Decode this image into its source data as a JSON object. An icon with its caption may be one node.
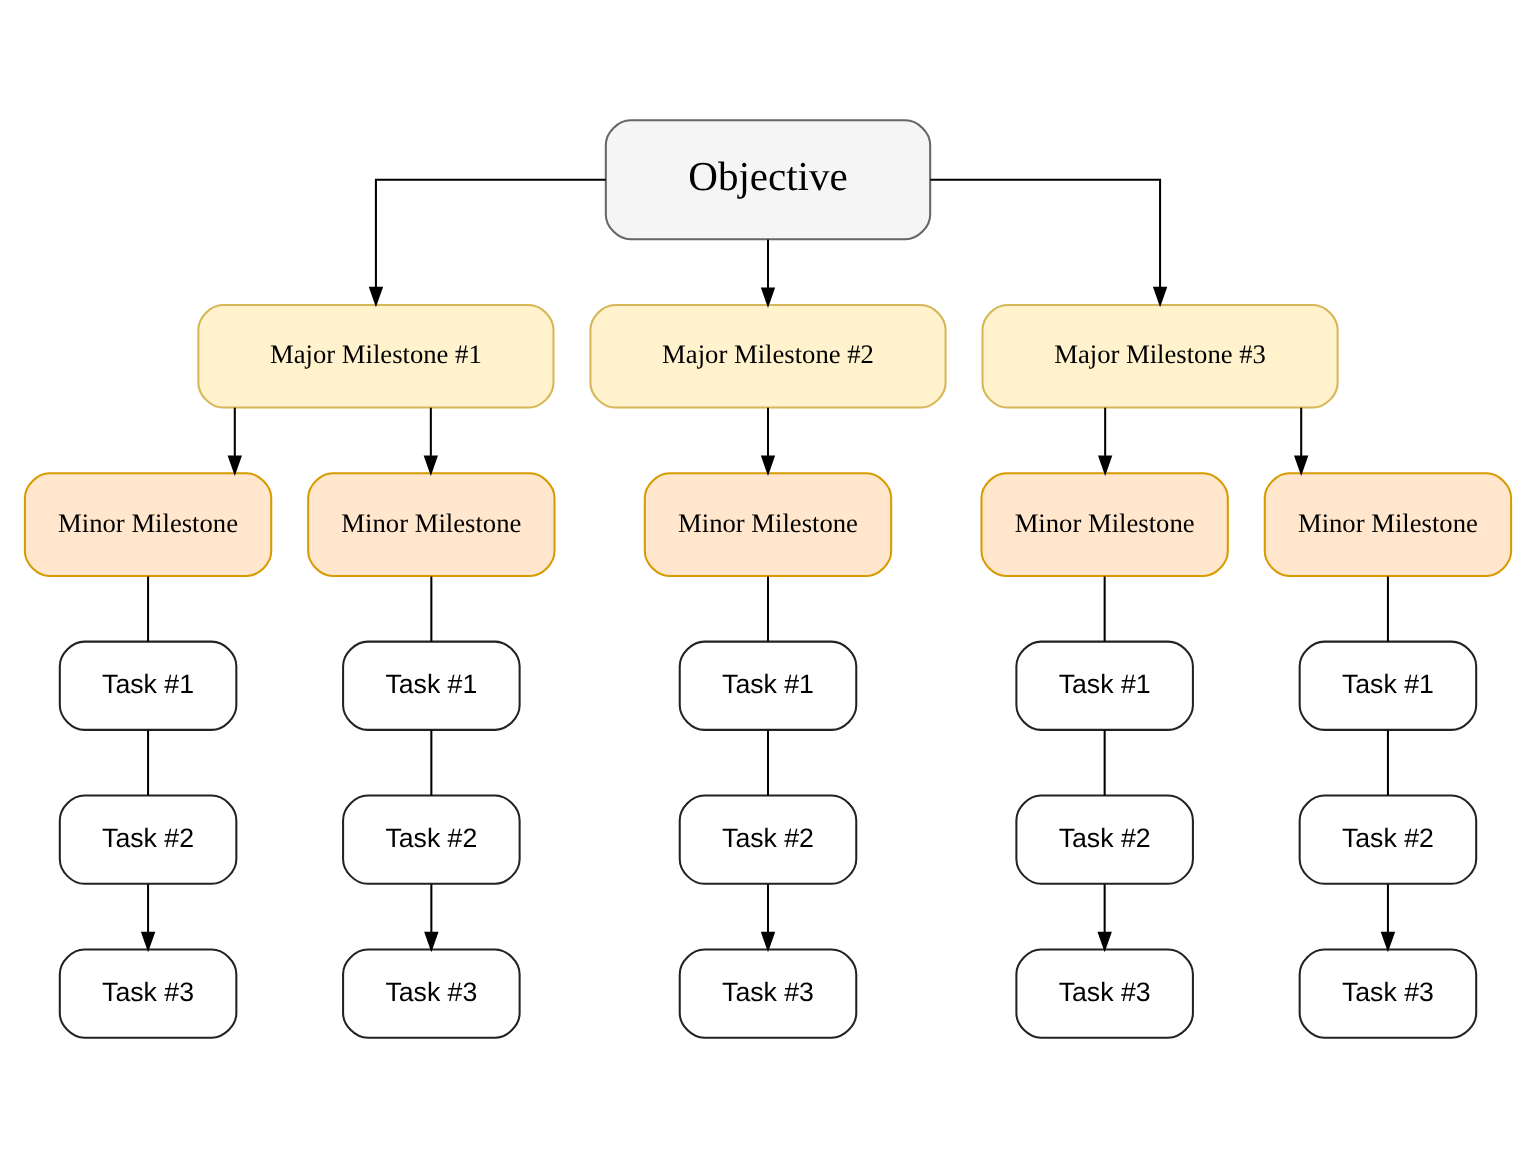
{
  "diagram": {
    "nodes": [
      {
        "text": [
          "Objective"
        ]
      },
      {
        "text": [
          "Major Milestone #1"
        ]
      },
      {
        "text": [
          "Major Milestone #2"
        ]
      },
      {
        "text": [
          "Major Milestone #3"
        ]
      },
      {
        "text": [
          "Minor Milestone"
        ]
      },
      {
        "text": [
          "Minor Milestone"
        ]
      },
      {
        "text": [
          "Minor Milestone"
        ]
      },
      {
        "text": [
          "Minor Milestone"
        ]
      },
      {
        "text": [
          "Minor Milestone"
        ]
      },
      {
        "text": [
          "Task #1"
        ]
      },
      {
        "text": [
          "Task #1"
        ]
      },
      {
        "text": [
          "Task #1"
        ]
      },
      {
        "text": [
          "Task #1"
        ]
      },
      {
        "text": [
          "Task #1"
        ]
      },
      {
        "text": [
          "Task #2"
        ]
      },
      {
        "text": [
          "Task #2"
        ]
      },
      {
        "text": [
          "Task #2"
        ]
      },
      {
        "text": [
          "Task #2"
        ]
      },
      {
        "text": [
          "Task #2"
        ]
      },
      {
        "text": [
          "Task #3"
        ]
      },
      {
        "text": [
          "Task #3"
        ]
      },
      {
        "text": [
          "Task #3"
        ]
      },
      {
        "text": [
          "Task #3"
        ]
      },
      {
        "text": [
          "Task #3"
        ]
      }
    ],
    "edges": [
      {
        "from": 0,
        "to": 1,
        "arrow": "to"
      },
      {
        "from": 0,
        "to": 2,
        "arrow": "to"
      },
      {
        "from": 0,
        "to": 3,
        "arrow": "to"
      },
      {
        "from": 1,
        "to": 4,
        "arrow": "to"
      },
      {
        "from": 1,
        "to": 5,
        "arrow": "to"
      },
      {
        "from": 2,
        "to": 6,
        "arrow": "to"
      },
      {
        "from": 3,
        "to": 7,
        "arrow": "to"
      },
      {
        "from": 3,
        "to": 8,
        "arrow": "to"
      },
      {
        "from": 4,
        "to": 9,
        "arrow": "none"
      },
      {
        "from": 5,
        "to": 10,
        "arrow": "none"
      },
      {
        "from": 6,
        "to": 11,
        "arrow": "none"
      },
      {
        "from": 7,
        "to": 12,
        "arrow": "none"
      },
      {
        "from": 8,
        "to": 13,
        "arrow": "none"
      },
      {
        "from": 9,
        "to": 14,
        "arrow": "none"
      },
      {
        "from": 10,
        "to": 15,
        "arrow": "none"
      },
      {
        "from": 11,
        "to": 16,
        "arrow": "none"
      },
      {
        "from": 12,
        "to": 17,
        "arrow": "none"
      },
      {
        "from": 13,
        "to": 18,
        "arrow": "none"
      },
      {
        "from": 14,
        "to": 19,
        "arrow": "to"
      },
      {
        "from": 15,
        "to": 20,
        "arrow": "to"
      },
      {
        "from": 16,
        "to": 21,
        "arrow": "to"
      },
      {
        "from": 17,
        "to": 22,
        "arrow": "to"
      },
      {
        "from": 18,
        "to": 23,
        "arrow": "to"
      }
    ]
  }
}
